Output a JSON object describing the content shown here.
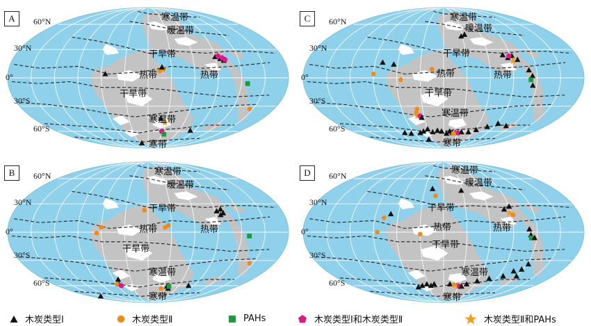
{
  "colors": {
    "ocean": "#8fd0ea",
    "land": "#c3c3c3",
    "gap": "#ffffff",
    "grid": "#ffffff",
    "boundary": "#222222",
    "triangle": "#111111",
    "orange": "#ee8a18",
    "green": "#1a9c3c",
    "magenta": "#d81a8c",
    "star": "#f39a21"
  },
  "lat_labels": [
    "60°N",
    "30°N",
    "0°",
    "30°S",
    "60°S"
  ],
  "panels": [
    {
      "id": "A",
      "zones": [
        "寒温带",
        "暖温带",
        "干旱带",
        "热带",
        "热带",
        "干旱带",
        "寒温带",
        "寒带"
      ],
      "markers": [
        {
          "type": "triangle",
          "lon": -55,
          "lat": 4
        },
        {
          "type": "orange",
          "lon": 15,
          "lat": 7
        },
        {
          "type": "orange",
          "lon": 20,
          "lat": 9
        },
        {
          "type": "triangle",
          "lon": 18,
          "lat": 11
        },
        {
          "type": "triangle",
          "lon": 90,
          "lat": 22
        },
        {
          "type": "triangle",
          "lon": 96,
          "lat": 20
        },
        {
          "type": "triangle",
          "lon": 100,
          "lat": 18
        },
        {
          "type": "magenta",
          "lon": 94,
          "lat": 23
        },
        {
          "type": "magenta",
          "lon": 99,
          "lat": 21
        },
        {
          "type": "magenta",
          "lon": 102,
          "lat": 19
        },
        {
          "type": "green",
          "lon": 128,
          "lat": -6
        },
        {
          "type": "orange",
          "lon": 145,
          "lat": -33
        },
        {
          "type": "triangle",
          "lon": 20,
          "lat": -44
        },
        {
          "type": "star",
          "lon": 28,
          "lat": -49
        },
        {
          "type": "magenta",
          "lon": 27,
          "lat": -60
        },
        {
          "type": "green",
          "lon": 34,
          "lat": -64
        },
        {
          "type": "triangle",
          "lon": 82,
          "lat": -59
        },
        {
          "type": "triangle",
          "lon": -22,
          "lat": -78
        }
      ]
    },
    {
      "id": "B",
      "zones": [
        "寒温带",
        "暖温带",
        "干旱带",
        "热带",
        "热带",
        "干旱带",
        "寒温带",
        "寒带"
      ],
      "markers": [
        {
          "type": "orange",
          "lon": -60,
          "lat": 5
        },
        {
          "type": "orange",
          "lon": -66,
          "lat": -1
        },
        {
          "type": "orange",
          "lon": 22,
          "lat": 5
        },
        {
          "type": "orange",
          "lon": 26,
          "lat": 7
        },
        {
          "type": "orange",
          "lon": -5,
          "lat": 23
        },
        {
          "type": "triangle",
          "lon": 92,
          "lat": 22
        },
        {
          "type": "triangle",
          "lon": 96,
          "lat": 18
        },
        {
          "type": "triangle",
          "lon": 100,
          "lat": 20
        },
        {
          "type": "triangle",
          "lon": 98,
          "lat": 24
        },
        {
          "type": "green",
          "lon": 130,
          "lat": -4
        },
        {
          "type": "orange",
          "lon": 145,
          "lat": -33
        },
        {
          "type": "triangle",
          "lon": -52,
          "lat": -52
        },
        {
          "type": "triangle",
          "lon": -56,
          "lat": -58
        },
        {
          "type": "orange",
          "lon": -59,
          "lat": -58
        },
        {
          "type": "magenta",
          "lon": -53,
          "lat": -60
        },
        {
          "type": "orange",
          "lon": 28,
          "lat": -64
        },
        {
          "type": "triangle",
          "lon": 38,
          "lat": -61
        },
        {
          "type": "triangle",
          "lon": 43,
          "lat": -64
        },
        {
          "type": "green",
          "lon": 42,
          "lat": -61
        },
        {
          "type": "triangle",
          "lon": 80,
          "lat": -60
        },
        {
          "type": "triangle",
          "lon": -150,
          "lat": -76
        }
      ]
    },
    {
      "id": "C",
      "zones": [
        "寒温带",
        "暖温带",
        "干旱带",
        "热带",
        "热带",
        "干旱带",
        "寒温带",
        "寒带"
      ],
      "markers": [
        {
          "type": "triangle",
          "lon": -80,
          "lat": 16
        },
        {
          "type": "triangle",
          "lon": -65,
          "lat": 14
        },
        {
          "type": "orange",
          "lon": -90,
          "lat": 4
        },
        {
          "type": "orange",
          "lon": -15,
          "lat": 9
        },
        {
          "type": "orange",
          "lon": -55,
          "lat": -2
        },
        {
          "type": "triangle",
          "lon": 28,
          "lat": 45
        },
        {
          "type": "triangle",
          "lon": 34,
          "lat": 47
        },
        {
          "type": "triangle",
          "lon": 80,
          "lat": 24
        },
        {
          "type": "triangle",
          "lon": 86,
          "lat": 21
        },
        {
          "type": "triangle",
          "lon": 92,
          "lat": 23
        },
        {
          "type": "triangle",
          "lon": 98,
          "lat": 19
        },
        {
          "type": "magenta",
          "lon": 88,
          "lat": 23
        },
        {
          "type": "star",
          "lon": 92,
          "lat": 18
        },
        {
          "type": "triangle",
          "lon": 110,
          "lat": 8
        },
        {
          "type": "triangle",
          "lon": 114,
          "lat": 2
        },
        {
          "type": "green",
          "lon": 112,
          "lat": -2
        },
        {
          "type": "triangle",
          "lon": 115,
          "lat": -8
        },
        {
          "type": "orange",
          "lon": -38,
          "lat": -33
        },
        {
          "type": "orange",
          "lon": -40,
          "lat": -37
        },
        {
          "type": "star",
          "lon": -40,
          "lat": -41
        },
        {
          "type": "magenta",
          "lon": -36,
          "lat": -41
        },
        {
          "type": "triangle",
          "lon": -34,
          "lat": -43
        },
        {
          "type": "triangle",
          "lon": -48,
          "lat": -62
        },
        {
          "type": "triangle",
          "lon": -40,
          "lat": -60
        },
        {
          "type": "triangle",
          "lon": -30,
          "lat": -57
        },
        {
          "type": "triangle",
          "lon": -22,
          "lat": -61
        },
        {
          "type": "triangle",
          "lon": -12,
          "lat": -59
        },
        {
          "type": "triangle",
          "lon": -4,
          "lat": -60
        },
        {
          "type": "triangle",
          "lon": 6,
          "lat": -63
        },
        {
          "type": "triangle",
          "lon": 12,
          "lat": -60
        },
        {
          "type": "triangle",
          "lon": 18,
          "lat": -62
        },
        {
          "type": "triangle",
          "lon": 24,
          "lat": -62
        },
        {
          "type": "orange",
          "lon": 20,
          "lat": -63
        },
        {
          "type": "star",
          "lon": 26,
          "lat": -62
        },
        {
          "type": "magenta",
          "lon": 30,
          "lat": -62
        },
        {
          "type": "triangle",
          "lon": 36,
          "lat": -61
        },
        {
          "type": "triangle",
          "lon": 50,
          "lat": -61
        },
        {
          "type": "triangle",
          "lon": 62,
          "lat": -58
        },
        {
          "type": "triangle",
          "lon": 78,
          "lat": -54
        },
        {
          "type": "triangle",
          "lon": 92,
          "lat": -50
        },
        {
          "type": "triangle",
          "lon": 110,
          "lat": -53
        },
        {
          "type": "triangle",
          "lon": -80,
          "lat": -62
        },
        {
          "type": "triangle",
          "lon": -68,
          "lat": -63
        },
        {
          "type": "triangle",
          "lon": -40,
          "lat": -72
        }
      ]
    },
    {
      "id": "D",
      "zones": [
        "寒温带",
        "暖温带",
        "干旱带",
        "热带",
        "热带",
        "干旱带",
        "寒温带",
        "寒带"
      ],
      "markers": [
        {
          "type": "triangle",
          "lon": -18,
          "lat": 47
        },
        {
          "type": "triangle",
          "lon": 28,
          "lat": 45
        },
        {
          "type": "orange",
          "lon": -12,
          "lat": 39
        },
        {
          "type": "triangle",
          "lon": -70,
          "lat": 19
        },
        {
          "type": "orange",
          "lon": -78,
          "lat": 15
        },
        {
          "type": "orange",
          "lon": -85,
          "lat": 0
        },
        {
          "type": "orange",
          "lon": -30,
          "lat": -2
        },
        {
          "type": "triangle",
          "lon": 82,
          "lat": 24
        },
        {
          "type": "triangle",
          "lon": 90,
          "lat": 27
        },
        {
          "type": "star",
          "lon": 88,
          "lat": 20
        },
        {
          "type": "orange",
          "lon": 92,
          "lat": 18
        },
        {
          "type": "triangle",
          "lon": 110,
          "lat": 3
        },
        {
          "type": "triangle",
          "lon": 112,
          "lat": -3
        },
        {
          "type": "green",
          "lon": 113,
          "lat": -6
        },
        {
          "type": "triangle",
          "lon": 117,
          "lat": -6
        },
        {
          "type": "triangle",
          "lon": 122,
          "lat": -34
        },
        {
          "type": "triangle",
          "lon": -52,
          "lat": -62
        },
        {
          "type": "triangle",
          "lon": -42,
          "lat": -60
        },
        {
          "type": "triangle",
          "lon": -32,
          "lat": -58
        },
        {
          "type": "triangle",
          "lon": -25,
          "lat": -60
        },
        {
          "type": "triangle",
          "lon": -18,
          "lat": -58
        },
        {
          "type": "triangle",
          "lon": 12,
          "lat": -58
        },
        {
          "type": "orange",
          "lon": 20,
          "lat": -59
        },
        {
          "type": "star",
          "lon": 28,
          "lat": -61
        },
        {
          "type": "magenta",
          "lon": 32,
          "lat": -61
        },
        {
          "type": "triangle",
          "lon": 36,
          "lat": -61
        },
        {
          "type": "triangle",
          "lon": 44,
          "lat": -58
        },
        {
          "type": "triangle",
          "lon": 60,
          "lat": -54
        },
        {
          "type": "triangle",
          "lon": 78,
          "lat": -51
        },
        {
          "type": "triangle",
          "lon": 98,
          "lat": -48
        },
        {
          "type": "triangle",
          "lon": 108,
          "lat": -42
        },
        {
          "type": "triangle",
          "lon": 118,
          "lat": -40
        },
        {
          "type": "triangle",
          "lon": 120,
          "lat": -48
        }
      ]
    }
  ],
  "legend": [
    {
      "symbol": "triangle",
      "label": "木炭类型Ⅰ"
    },
    {
      "symbol": "orange",
      "label": "木炭类型Ⅱ"
    },
    {
      "symbol": "green",
      "label": "PAHs"
    },
    {
      "symbol": "magenta",
      "label": "木炭类型Ⅰ和木炭类型Ⅱ"
    },
    {
      "symbol": "star",
      "label": "木炭类型Ⅱ和PAHs"
    }
  ]
}
